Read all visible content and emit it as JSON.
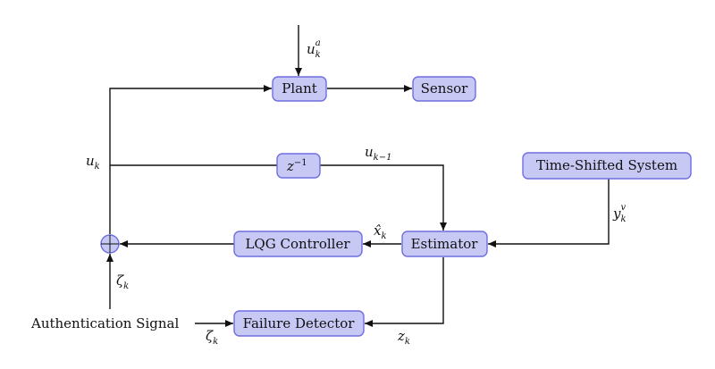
{
  "blocks": {
    "plant": "Plant",
    "sensor": "Sensor",
    "delay": "z",
    "delay_exp": "−1",
    "time_shifted_system": "Time-Shifted System",
    "lqg_controller": "LQG Controller",
    "estimator": "Estimator",
    "failure_detector": "Failure Detector"
  },
  "labels": {
    "u_k_a": {
      "base": "u",
      "sub": "k",
      "sup": "a"
    },
    "u_k": {
      "base": "u",
      "sub": "k"
    },
    "u_k_minus_1": {
      "base": "u",
      "sub": "k−1"
    },
    "y_k_v": {
      "base": "y",
      "sub": "k",
      "sup": "v"
    },
    "x_hat_k": {
      "base": "x̂",
      "sub": "k"
    },
    "zeta_k_left": {
      "base": "ζ",
      "sub": "k"
    },
    "zeta_k_bottom": {
      "base": "ζ",
      "sub": "k"
    },
    "z_k": {
      "base": "z",
      "sub": "k"
    },
    "authentication_signal": "Authentication Signal"
  }
}
